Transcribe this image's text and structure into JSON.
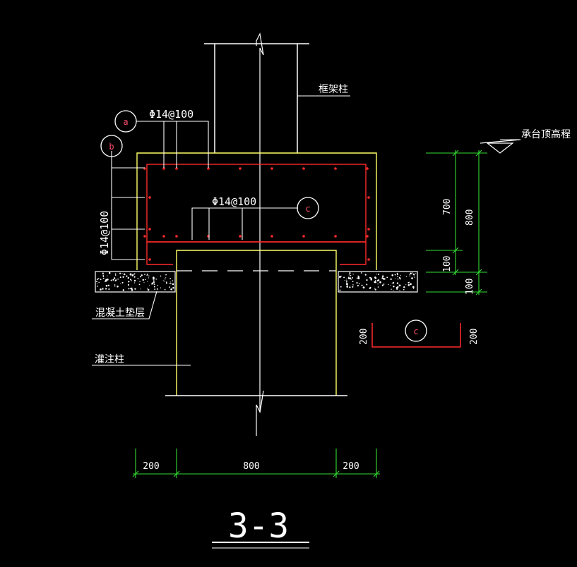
{
  "colors": {
    "background": "#000000",
    "white": "#ffffff",
    "yellow": "#ffff66",
    "red": "#ff2a2a",
    "green": "#33dd33",
    "pink": "#ff4d6d"
  },
  "labels": {
    "frame_column": "框架柱",
    "cap_top_elevation": "承台顶高程",
    "concrete_cushion": "混凝土垫层",
    "bored_pile": "灌注柱",
    "rebar_a": "Φ14@100",
    "rebar_b": "Φ14@100",
    "rebar_c": "Φ14@100",
    "marker_a": "a",
    "marker_b": "b",
    "marker_c": "c",
    "marker_c_detail": "c",
    "section_title": "3-3"
  },
  "dimensions": {
    "bottom": [
      "200",
      "800",
      "200"
    ],
    "right_inner": [
      "700",
      "100"
    ],
    "right_outer": [
      "800",
      "100"
    ],
    "detail_left": "200",
    "detail_right": "200"
  }
}
